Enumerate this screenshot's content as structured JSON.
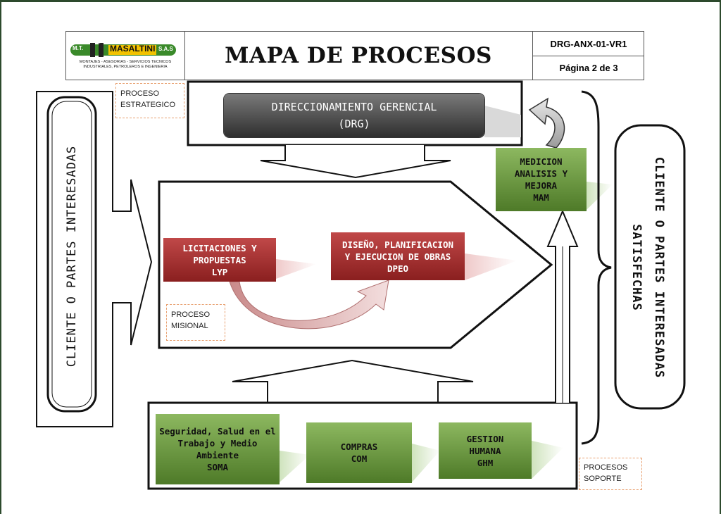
{
  "header": {
    "title": "MAPA DE PROCESOS",
    "doc_code": "DRG-ANX-01-VR1",
    "page": "Página 2 de  3",
    "logo": {
      "initials": "M.T.",
      "name": "MASALTINI",
      "suffix": "S.A.S",
      "tagline_line1": "MONTAJES - ASESORIAS - SERVICIOS TECNICOS",
      "tagline_line2": "INDUSTRIALES, PETROLEROS E INGENIERIA"
    }
  },
  "left_label": "CLIENTE O PARTES INTERESADAS",
  "right_label": {
    "line1": "CLIENTE O PARTES INTERESADAS",
    "line2": "SATISFECHAS"
  },
  "tags": {
    "strategic": "PROCESO\nESTRATEGICO",
    "missional": "PROCESO\nMISIONAL",
    "support": "PROCESOS\nSOPORTE"
  },
  "processes": {
    "drg": {
      "line1": "DIRECCIONAMIENTO GERENCIAL",
      "line2": "(DRG)"
    },
    "mam": "MEDICION\nANALISIS Y\nMEJORA\nMAM",
    "lyp": "LICITACIONES Y\nPROPUESTAS\nLYP",
    "dpeo": "DISEÑO, PLANIFICACION\nY EJECUCION DE OBRAS\nDPEO",
    "soma": "Seguridad, Salud en el\nTrabajo y Medio\nAmbiente\nSOMA",
    "com": "COMPRAS\nCOM",
    "ghm": "GESTION\nHUMANA\nGHM"
  },
  "colors": {
    "strategic_box": "#3a3a3a",
    "missional_box": "#a83232",
    "support_box": "#6b9a3e",
    "logo_green": "#3a8a2a",
    "dashed_tag": "#e8a070",
    "frame": "#2d4a2d"
  }
}
